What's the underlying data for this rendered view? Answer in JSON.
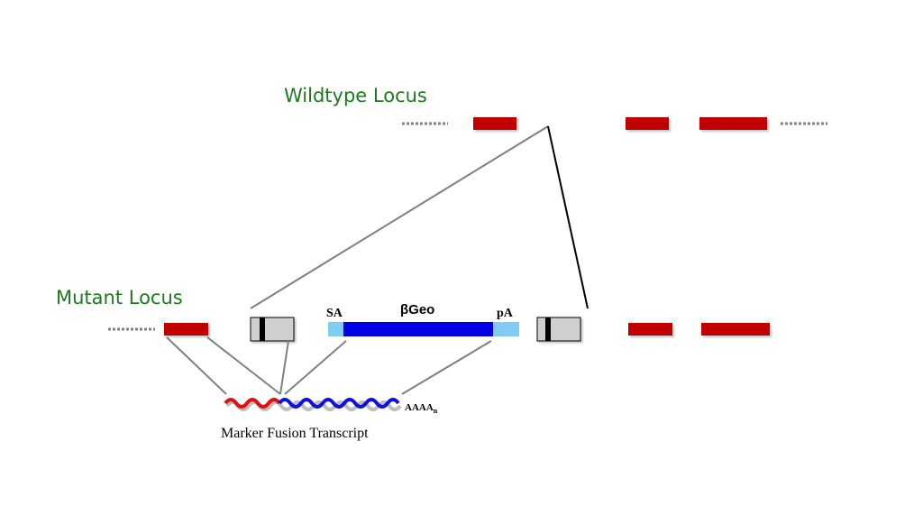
{
  "wildtype": {
    "title": "Wildtype Locus"
  },
  "mutant": {
    "title": "Mutant Locus"
  },
  "cassette": {
    "splice_acceptor": "SA",
    "reporter": "βGeo",
    "polya_signal": "pA"
  },
  "transcript": {
    "polya_tail": "AAAA",
    "polya_subscript": "n",
    "label": "Marker Fusion Transcript"
  },
  "colors": {
    "exon": "#c00000",
    "backbone": "#808080",
    "reporter": "#0000e6",
    "cassette_end": "#7fcdf5",
    "box": "#cfcfcf",
    "title": "#1d7a1d"
  },
  "icons": [
    "gene-trap-vector-box-icon",
    "wavy-transcript-icon"
  ]
}
